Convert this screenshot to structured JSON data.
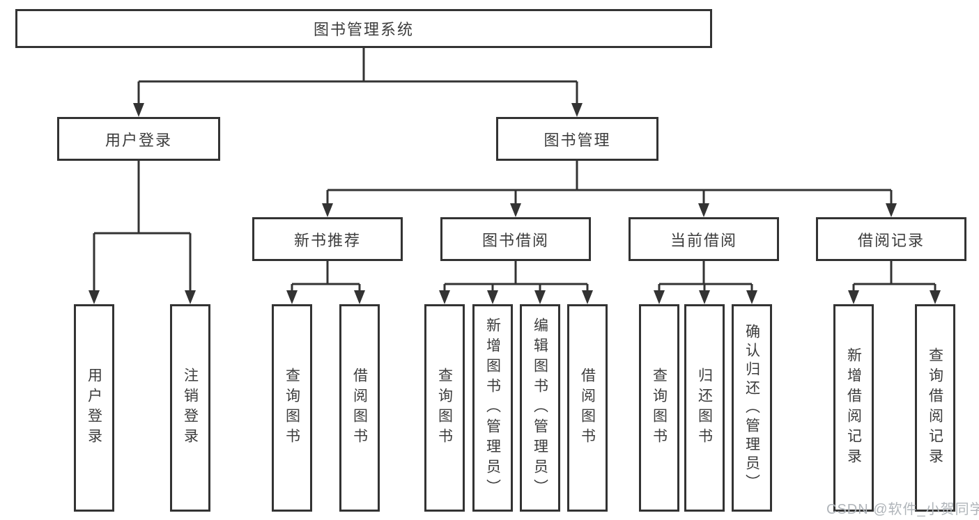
{
  "diagram": {
    "root": {
      "label": "图书管理系统"
    },
    "level2": [
      {
        "label": "用户登录",
        "leaves": [
          "用户登录",
          "注销登录"
        ]
      },
      {
        "label": "图书管理",
        "level3": [
          {
            "label": "新书推荐",
            "leaves": [
              "查询图书",
              "借阅图书"
            ]
          },
          {
            "label": "图书借阅",
            "leaves": [
              "查询图书",
              "新增图书（管理员）",
              "编辑图书（管理员）",
              "借阅图书"
            ]
          },
          {
            "label": "当前借阅",
            "leaves": [
              "查询图书",
              "归还图书",
              "确认归还（管理员）"
            ]
          },
          {
            "label": "借阅记录",
            "leaves": [
              "新增借阅记录",
              "查询借阅记录"
            ]
          }
        ]
      }
    ]
  },
  "watermark": {
    "text": "CSDN @软件_小贺同学"
  },
  "colors": {
    "line": "#333333",
    "box_border": "#333333",
    "box_background": "#ffffff",
    "text": "#3c3c3c",
    "watermark_text": "#b0b5ba",
    "page_background": "#ffffff"
  }
}
